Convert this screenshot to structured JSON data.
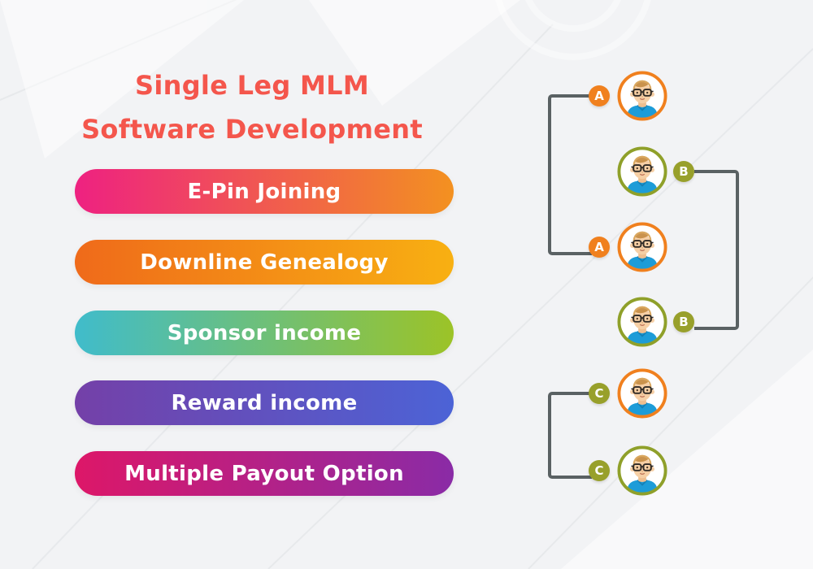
{
  "title": {
    "line1": "Single Leg MLM",
    "line2": "Software Development",
    "color": "#F4564C"
  },
  "features": [
    {
      "label": "E-Pin Joining",
      "from": "#EE2181",
      "to": "#F39120"
    },
    {
      "label": "Downline Genealogy",
      "from": "#EF6A1A",
      "to": "#F8B012"
    },
    {
      "label": "Sponsor income",
      "from": "#40BCCB",
      "to": "#9CC327"
    },
    {
      "label": "Reward income",
      "from": "#7440A8",
      "to": "#4C63D6"
    },
    {
      "label": "Multiple Payout Option",
      "from": "#DD1768",
      "to": "#8A2BA6"
    }
  ],
  "genealogy": {
    "connector_color": "#5A6163",
    "nodes": [
      {
        "badge": "A",
        "badge_side": "left",
        "badge_color": "#F0801E",
        "ring_color": "#F0801E"
      },
      {
        "badge": "B",
        "badge_side": "right",
        "badge_color": "#98A02B",
        "ring_color": "#8FA02A"
      },
      {
        "badge": "A",
        "badge_side": "left",
        "badge_color": "#F0801E",
        "ring_color": "#F0801E"
      },
      {
        "badge": "B",
        "badge_side": "right",
        "badge_color": "#98A02B",
        "ring_color": "#8FA02A"
      },
      {
        "badge": "C",
        "badge_side": "left",
        "badge_color": "#98A02B",
        "ring_color": "#F0801E"
      },
      {
        "badge": "C",
        "badge_side": "left",
        "badge_color": "#98A02B",
        "ring_color": "#8FA02A"
      }
    ]
  },
  "background_color": "#F2F3F5"
}
